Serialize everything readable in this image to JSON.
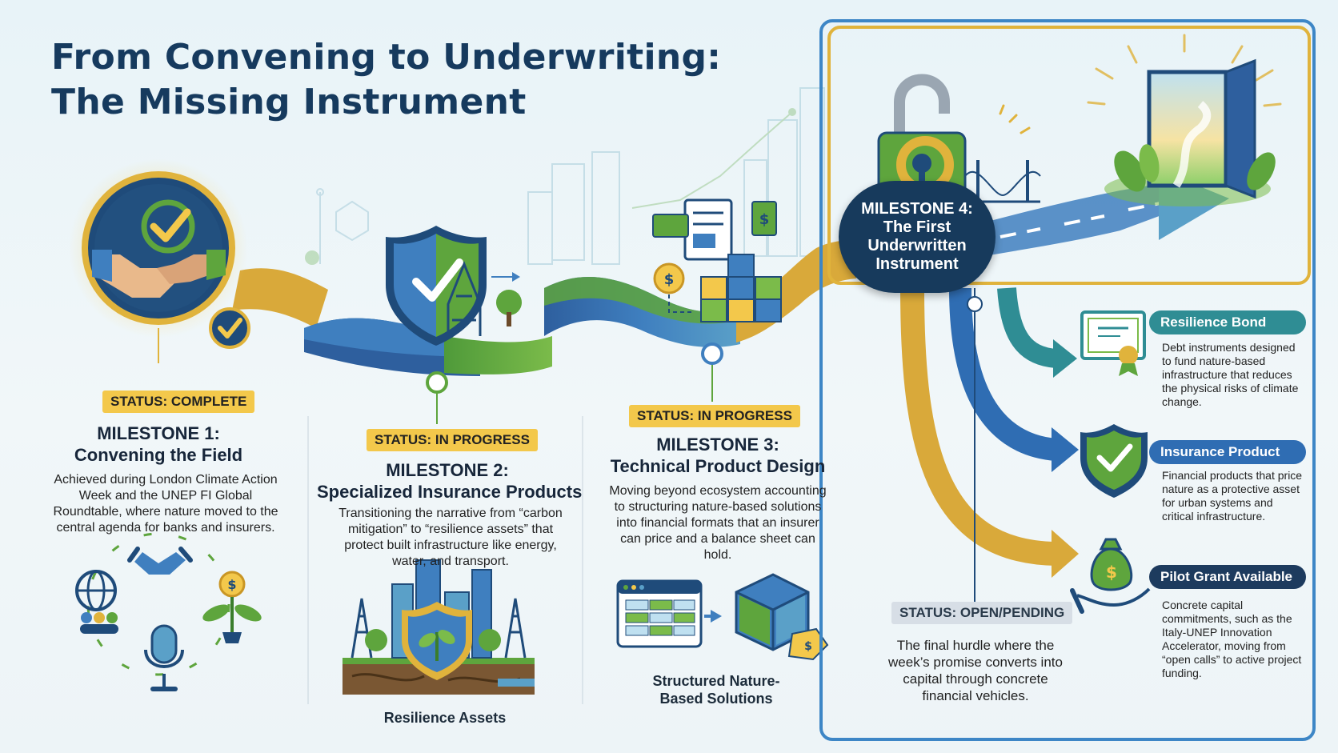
{
  "title": {
    "line1": "From Convening to Underwriting:",
    "line2": "The Missing Instrument"
  },
  "milestones": [
    {
      "status": "STATUS: COMPLETE",
      "title_line1": "MILESTONE 1:",
      "title_line2": "Convening the Field",
      "description": "Achieved during London Climate Action Week and the UNEP FI Global Roundtable, where nature moved to the central agenda for banks and insurers."
    },
    {
      "status": "STATUS: IN PROGRESS",
      "title_line1": "MILESTONE 2:",
      "title_line2": "Specialized Insurance Products",
      "description": "Transitioning the narrative from “carbon mitigation” to “resilience assets” that protect built infrastructure like energy, water, and transport.",
      "caption": "Resilience Assets"
    },
    {
      "status": "STATUS: IN PROGRESS",
      "title_line1": "MILESTONE 3:",
      "title_line2": "Technical Product Design",
      "description": "Moving beyond ecosystem accounting to structuring nature-based solutions into financial formats that an insurer can price and a balance sheet can hold.",
      "caption": "Structured Nature-Based Solutions"
    },
    {
      "hub_line1": "MILESTONE 4:",
      "hub_line2": "The First",
      "hub_line3": "Underwritten",
      "hub_line4": "Instrument",
      "status": "STATUS: OPEN/PENDING",
      "description": "The final hurdle where the week’s promise converts into capital through concrete financial vehicles."
    }
  ],
  "outcomes": [
    {
      "label": "Resilience Bond",
      "description": "Debt instruments designed to fund nature-based infrastructure that reduces the physical risks of climate change.",
      "icon": "certificate-icon",
      "color": "#2f8d94"
    },
    {
      "label": "Insurance Product",
      "description": "Financial products that price nature as a protective asset for urban systems and critical infrastructure.",
      "icon": "shield-check-icon",
      "color": "#2f6db3"
    },
    {
      "label": "Pilot Grant Available",
      "description": "Concrete capital commitments, such as the Italy-UNEP Innovation Accelerator, moving from “open calls” to active project funding.",
      "icon": "money-bag-hand-icon",
      "color": "#1d3b5e"
    }
  ],
  "colors": {
    "navy": "#163a5e",
    "gold": "#e0b33c",
    "blue": "#2f6db3",
    "green": "#5ea53d",
    "teal": "#2f8d94",
    "status_yellow": "#f3c84b",
    "panel_border": "#3d86c6"
  }
}
